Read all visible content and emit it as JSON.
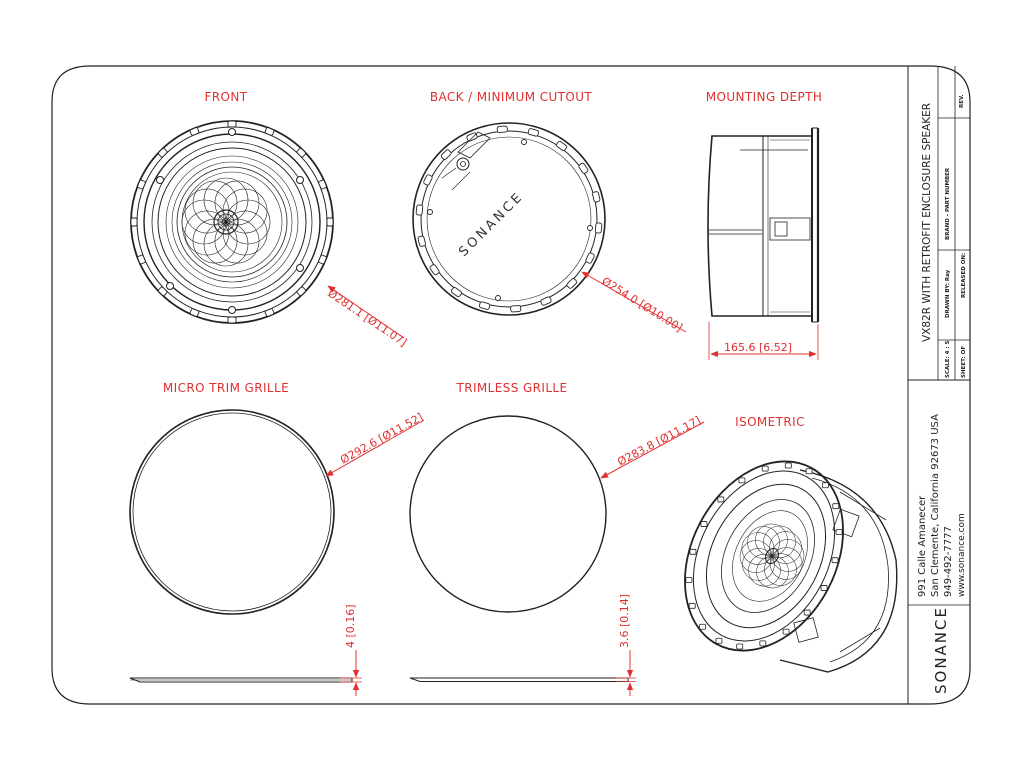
{
  "views": {
    "front": "FRONT",
    "back": "BACK / MINIMUM CUTOUT",
    "depth": "MOUNTING DEPTH",
    "micro_trim": "MICRO TRIM GRILLE",
    "trimless": "TRIMLESS GRILLE",
    "isometric": "ISOMETRIC"
  },
  "dimensions": {
    "front_diameter": "Ø281.1 [Ø11.07]",
    "cutout_diameter": "Ø254.0 [Ø10.00]",
    "mounting_depth": "165.6 [6.52]",
    "micro_trim_diameter": "Ø292.6 [Ø11.52]",
    "trimless_diameter": "Ø283.8 [Ø11.17]",
    "micro_trim_thickness": "4 [0.16]",
    "trimless_thickness": "3.6 [0.14]"
  },
  "back_brand": "SONANCE",
  "title_block": {
    "title": "VX82R WITH RETROFIT ENCLOSURE SPEAKER",
    "rev": "REV.",
    "part_number": "BRAND - PART NUMBER",
    "drawn_by": "DRAWN BY: Ray",
    "released_on": "RELEASED ON:",
    "scale": "SCALE: 4 : 5",
    "sheet": "SHEET: OF",
    "address_line1": "991 Calle Amanecer",
    "address_line2": "San Clemente, California 92673 USA",
    "phone": "949-492-7777",
    "website": "www.sonance.com",
    "brand": "SONANCE"
  }
}
